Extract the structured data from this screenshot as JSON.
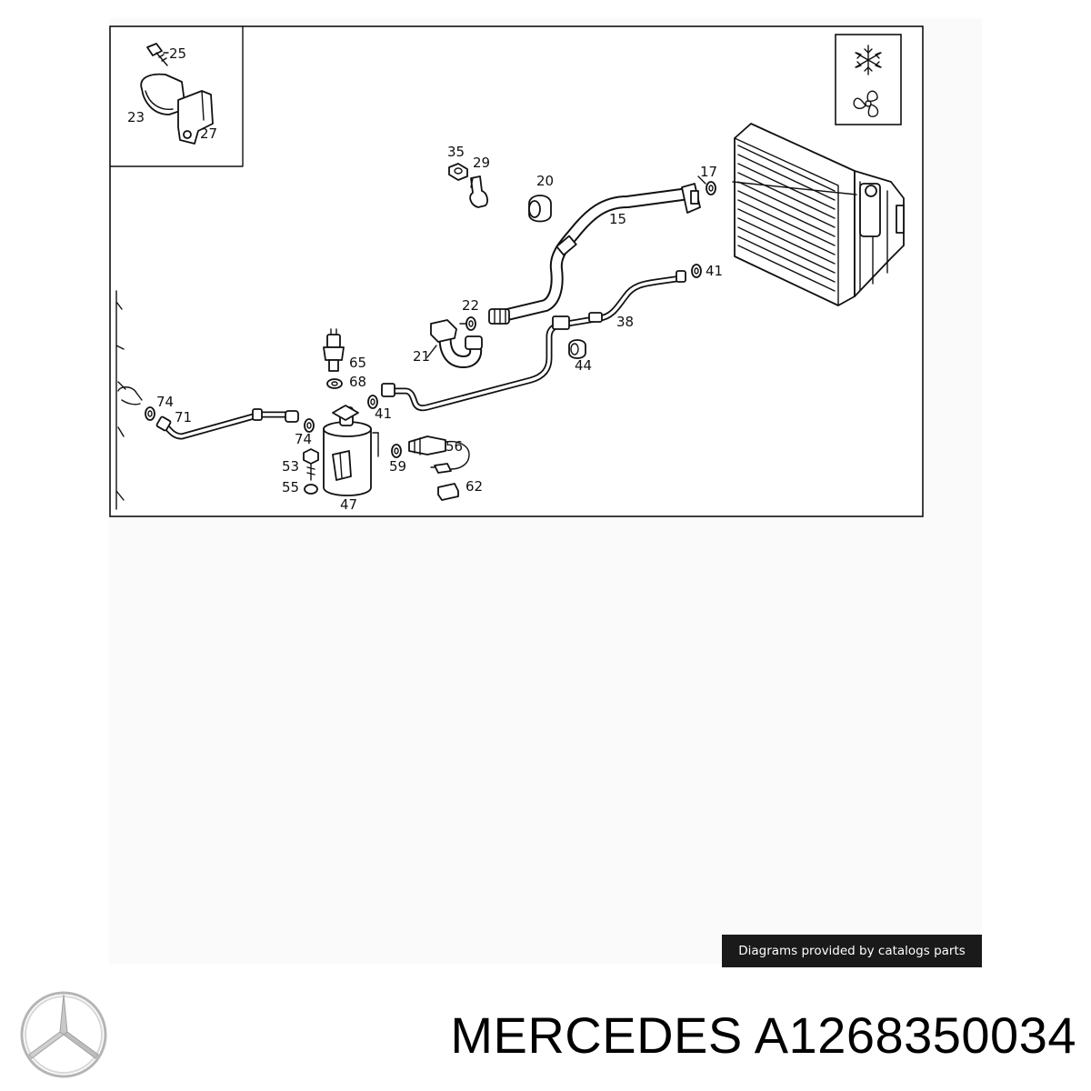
{
  "diagram": {
    "callouts": [
      {
        "id": "c25",
        "text": "25"
      },
      {
        "id": "c23",
        "text": "23"
      },
      {
        "id": "c27",
        "text": "27"
      },
      {
        "id": "c35",
        "text": "35"
      },
      {
        "id": "c29",
        "text": "29"
      },
      {
        "id": "c20",
        "text": "20"
      },
      {
        "id": "c17",
        "text": "17"
      },
      {
        "id": "c15",
        "text": "15"
      },
      {
        "id": "c41a",
        "text": "41"
      },
      {
        "id": "c22",
        "text": "22"
      },
      {
        "id": "c38",
        "text": "38"
      },
      {
        "id": "c21",
        "text": "21"
      },
      {
        "id": "c44",
        "text": "44"
      },
      {
        "id": "c65",
        "text": "65"
      },
      {
        "id": "c68",
        "text": "68"
      },
      {
        "id": "c74a",
        "text": "74"
      },
      {
        "id": "c71",
        "text": "71"
      },
      {
        "id": "c41b",
        "text": "41"
      },
      {
        "id": "c74b",
        "text": "74"
      },
      {
        "id": "c56",
        "text": "56"
      },
      {
        "id": "c53",
        "text": "53"
      },
      {
        "id": "c59",
        "text": "59"
      },
      {
        "id": "c55",
        "text": "55"
      },
      {
        "id": "c62",
        "text": "62"
      },
      {
        "id": "c47",
        "text": "47"
      }
    ]
  },
  "legend_icons": [
    "snowflake-icon",
    "fan-icon"
  ],
  "credit": "Diagrams provided by catalogs parts",
  "footer": {
    "brand_icon": "mercedes-star-icon",
    "title": "MERCEDES A1268350034"
  }
}
